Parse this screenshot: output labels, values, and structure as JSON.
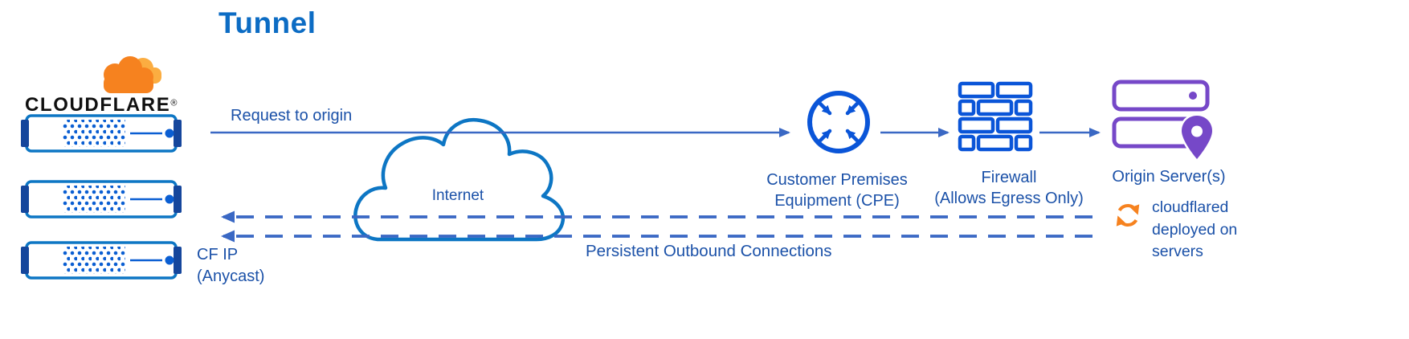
{
  "title": "Tunnel",
  "brand": {
    "name": "CLOUDFLARE",
    "registered": "®"
  },
  "labels": {
    "request": "Request to origin",
    "internet": "Internet",
    "cpe_line1": "Customer Premises",
    "cpe_line2": "Equipment (CPE)",
    "firewall_line1": "Firewall",
    "firewall_line2": "(Allows Egress Only)",
    "origin": "Origin Server(s)",
    "cloudflared_line1": "cloudflared",
    "cloudflared_line2": "deployed on",
    "cloudflared_line3": "servers",
    "persistent": "Persistent Outbound Connections",
    "cfip_line1": "CF IP",
    "cfip_line2": "(Anycast)"
  },
  "icons": {
    "cloudflare_logo": "orange-cloud-logo",
    "edge_servers": "server-rack-x3",
    "internet": "cloud-outline",
    "cpe": "router-circle-arrows",
    "firewall": "brick-wall",
    "origin_server": "server-stack-with-location-pin",
    "cloudflared": "sync-cycle-arrows"
  },
  "colors": {
    "title_blue": "#0c6cc4",
    "text_blue": "#1b51a8",
    "arrow_blue": "#3a68c4",
    "icon_blue": "#0a55d8",
    "outline_blue": "#0d76c4",
    "tab_navy": "#15469c",
    "dot_blue": "#0a5ed2",
    "purple": "#7648c8",
    "orange": "#f6821f",
    "orange_light": "#fbad41"
  }
}
